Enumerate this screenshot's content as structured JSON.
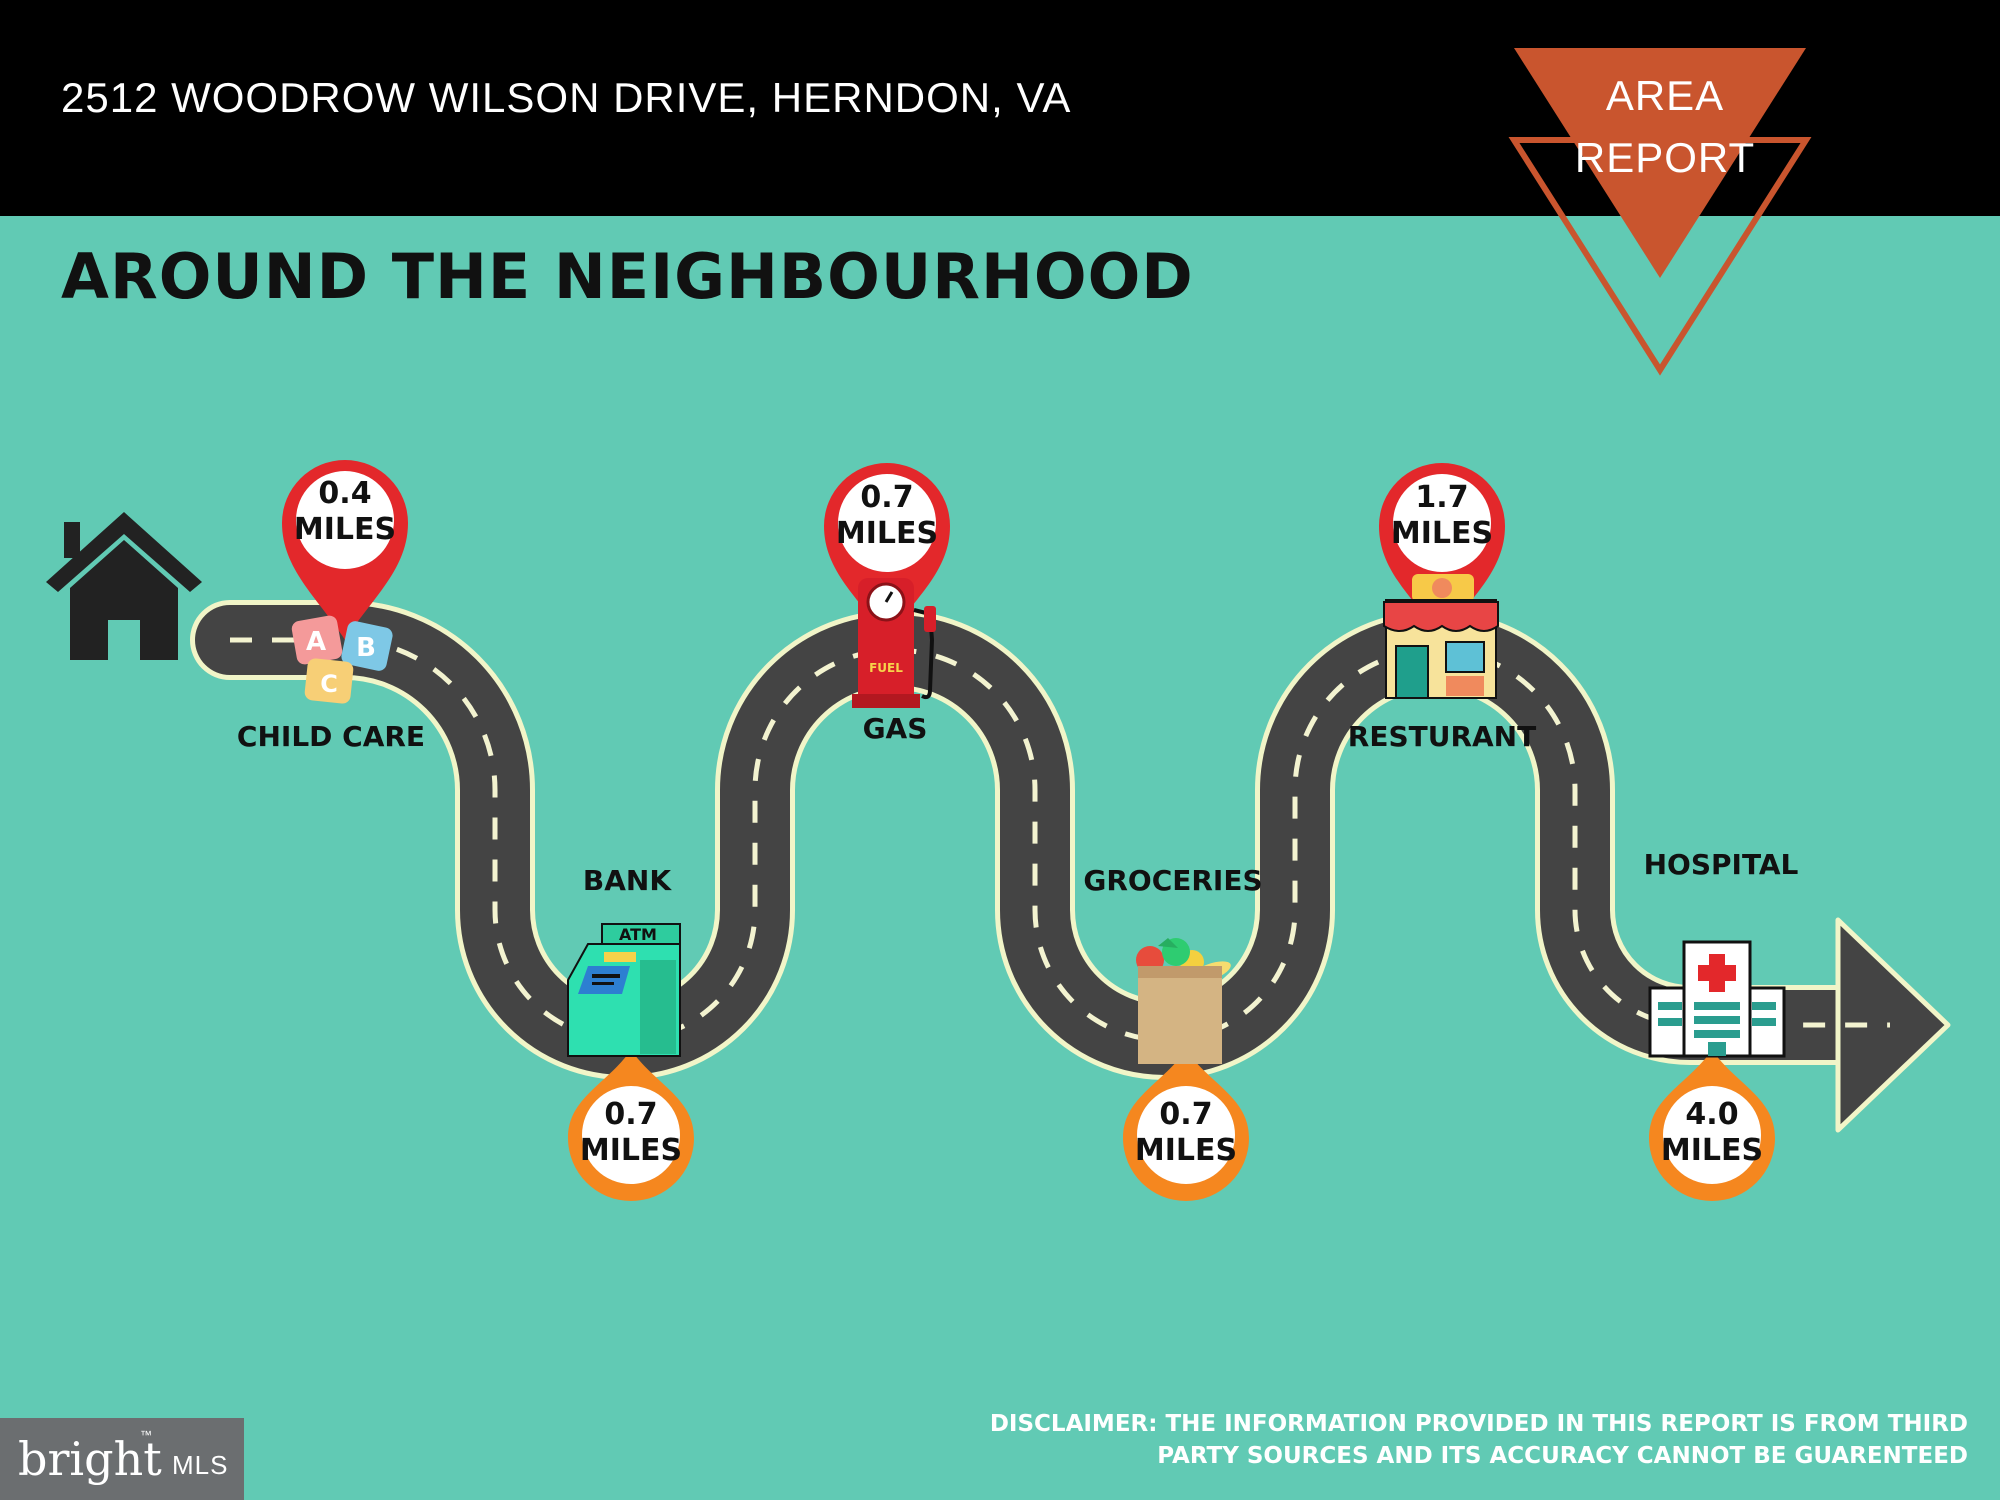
{
  "header": {
    "address": "2512 WOODROW WILSON DRIVE, HERNDON, VA",
    "badge_line1": "AREA",
    "badge_line2": "REPORT"
  },
  "heading": "AROUND THE NEIGHBOURHOOD",
  "colors": {
    "background": "#61cab4",
    "header": "#000000",
    "badge": "#c9552e",
    "top_pin": "#e3282b",
    "bottom_pin": "#f5871f",
    "road": "#444444",
    "road_border": "#f1f5c8"
  },
  "stops": [
    {
      "label": "CHILD CARE",
      "distance": "0.4",
      "unit": "MILES",
      "icon": "abc-blocks-icon"
    },
    {
      "label": "BANK",
      "distance": "0.7",
      "unit": "MILES",
      "icon": "atm-icon"
    },
    {
      "label": "GAS",
      "distance": "0.7",
      "unit": "MILES",
      "icon": "fuel-pump-icon",
      "icon_text": "FUEL"
    },
    {
      "label": "GROCERIES",
      "distance": "0.7",
      "unit": "MILES",
      "icon": "grocery-bag-icon"
    },
    {
      "label": "RESTURANT",
      "distance": "1.7",
      "unit": "MILES",
      "icon": "restaurant-icon"
    },
    {
      "label": "HOSPITAL",
      "distance": "4.0",
      "unit": "MILES",
      "icon": "hospital-icon"
    }
  ],
  "atm_text": "ATM",
  "disclaimer_line1": "DISCLAIMER: THE INFORMATION PROVIDED IN THIS REPORT IS FROM THIRD",
  "disclaimer_line2": "PARTY SOURCES AND ITS ACCURACY CANNOT BE GUARENTEED",
  "logo": {
    "brand": "bright",
    "suffix": "MLS",
    "tm": "™"
  }
}
